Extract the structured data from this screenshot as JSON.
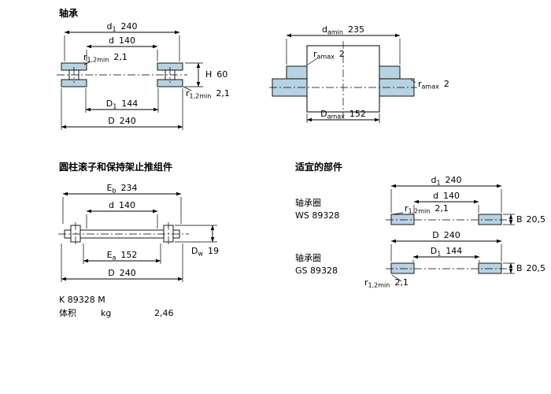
{
  "colors": {
    "washer": "#b7d2e3",
    "line": "#000000",
    "background": "#ffffff"
  },
  "bearing": {
    "title": "轴承",
    "dims": {
      "d1": {
        "base": "d",
        "sub": "1",
        "value": "240"
      },
      "d": {
        "base": "d",
        "value": "140"
      },
      "r12_top": {
        "base": "r",
        "sub": "1,2min",
        "value": "2,1"
      },
      "H": {
        "base": "H",
        "value": "60"
      },
      "r12_bottom": {
        "base": "r",
        "sub": "1,2min",
        "value": "2,1"
      },
      "D1": {
        "base": "D",
        "sub": "1",
        "value": "144"
      },
      "D": {
        "base": "D",
        "value": "240"
      }
    }
  },
  "abutment": {
    "dims": {
      "d_amin": {
        "base": "d",
        "sub": "amin",
        "value": "235"
      },
      "r_amax_top": {
        "base": "r",
        "sub": "amax",
        "value": "2"
      },
      "r_amax_side": {
        "base": "r",
        "sub": "amax",
        "value": "2"
      },
      "D_amax": {
        "base": "D",
        "sub": "amax",
        "value": "152"
      }
    }
  },
  "assembly": {
    "title": "圆柱滚子和保持架止推组件",
    "dims": {
      "Eb": {
        "base": "E",
        "sub": "b",
        "value": "234"
      },
      "d": {
        "base": "d",
        "value": "140"
      },
      "Ea": {
        "base": "E",
        "sub": "a",
        "value": "152"
      },
      "D": {
        "base": "D",
        "value": "240"
      },
      "Dw": {
        "base": "D",
        "sub": "w",
        "value": "19"
      }
    },
    "designation": "K 89328 M",
    "mass": {
      "label": "体积",
      "unit": "kg",
      "value": "2,46"
    }
  },
  "parts": {
    "title": "适宜的部件",
    "ws": {
      "label": "轴承圈",
      "designation": "WS 89328",
      "dims": {
        "d1": {
          "base": "d",
          "sub": "1",
          "value": "240"
        },
        "d": {
          "base": "d",
          "value": "140"
        },
        "r12": {
          "base": "r",
          "sub": "1,2min",
          "value": "2,1"
        },
        "B": {
          "base": "B",
          "value": "20,5"
        }
      }
    },
    "gs": {
      "label": "轴承圈",
      "designation": "GS 89328",
      "dims": {
        "D": {
          "base": "D",
          "value": "240"
        },
        "D1": {
          "base": "D",
          "sub": "1",
          "value": "144"
        },
        "B": {
          "base": "B",
          "value": "20,5"
        },
        "r12": {
          "base": "r",
          "sub": "1,2min",
          "value": "2,1"
        }
      }
    }
  }
}
